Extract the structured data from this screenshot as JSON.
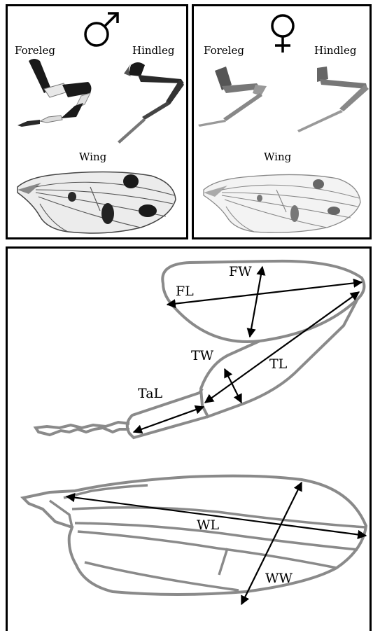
{
  "male_panel": {
    "sex_symbol_icon": "male-symbol-icon",
    "foreleg_label": "Foreleg",
    "hindleg_label": "Hindleg",
    "wing_label": "Wing"
  },
  "female_panel": {
    "sex_symbol_icon": "female-symbol-icon",
    "foreleg_label": "Foreleg",
    "hindleg_label": "Hindleg",
    "wing_label": "Wing"
  },
  "diagram": {
    "measurements": {
      "FW": "FW",
      "FL": "FL",
      "TW": "TW",
      "TL": "TL",
      "TaL": "TaL",
      "WL": "WL",
      "WW": "WW"
    },
    "outline_color": "#8a8a8a",
    "arrow_color": "#000000"
  }
}
